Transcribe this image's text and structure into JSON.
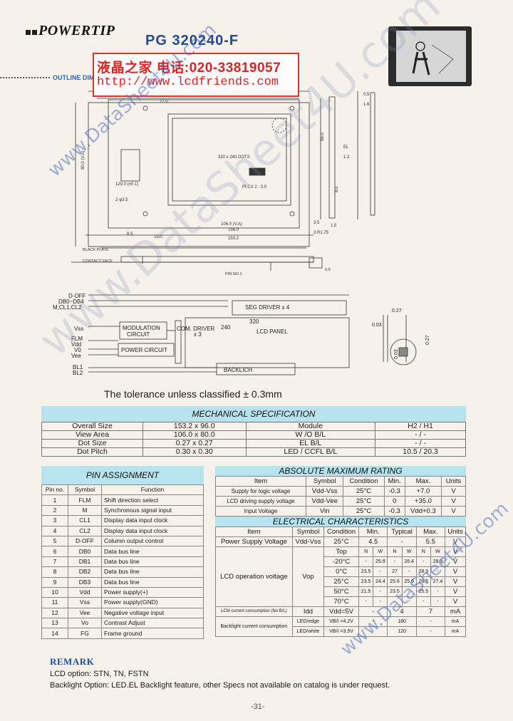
{
  "header": {
    "brand": "POWERTIP",
    "model": "PG 320240-F",
    "section_title": "OUTLINE DIMENSION & BLOCK DIAGRAM"
  },
  "watermark": {
    "cn_line": "液晶之家 电话:020-33819057",
    "url_line": "http://www.lcdfriends.com",
    "diagonal": "www.DataSheet4U.com",
    "diagonal_small_top": "www.DataSheet4U.com",
    "diagonal_small_bottom": "www.DataSheet4U.com"
  },
  "block_diagram": {
    "signals_left": [
      "D-OFF",
      "DB0~DB4",
      "M,CL1,CL2",
      "Vss",
      "FLM",
      "Vdd",
      "V0",
      "Vee",
      "BL1",
      "BL2"
    ],
    "boxes": {
      "modulation": "MODULATION CIRCUIT",
      "power": "POWER CIRCUIT",
      "com_driver": "COM. DRIVER x 3",
      "seg_driver": "SEG DRIVER x 4",
      "lcd_panel": "LCD PANEL",
      "backlight": "BACKLIGH"
    },
    "numbers": {
      "com_count": "240",
      "seg_count": "320"
    },
    "dot_dims": {
      "w": "0.27",
      "h": "0.27",
      "pitch_a": "0.03",
      "pitch_b": "0.03"
    }
  },
  "tolerance_text": "The  tolerance  unless  classified ± 0.3mm",
  "mechanical": {
    "title": "MECHANICAL  SPECIFICATION",
    "rows": [
      [
        "Overall Size",
        "153.2 x 96.0",
        "Module",
        "H2 / H1"
      ],
      [
        "View Area",
        "106.0 x 80.0",
        "W /O  B/L",
        "-  /  -"
      ],
      [
        "Dot Size",
        "0.27 x 0.27",
        "EL B/L",
        "-  /  -"
      ],
      [
        "Dot Pitch",
        "0.30 x 0.30",
        "LED / CCFL B/L",
        "10.5 / 20.3"
      ]
    ]
  },
  "pins": {
    "title": "PIN ASSIGNMENT",
    "headers": [
      "Pin no.",
      "Symbol",
      "Function"
    ],
    "rows": [
      [
        "1",
        "FLM",
        "Shift direction select"
      ],
      [
        "2",
        "M",
        "Synchronous signal input"
      ],
      [
        "3",
        "CL1",
        "Display data input clock"
      ],
      [
        "4",
        "CL2",
        "Display data input clock"
      ],
      [
        "5",
        "D-OFF",
        "Column output control"
      ],
      [
        "6",
        "DB0",
        "Data bus line"
      ],
      [
        "7",
        "DB1",
        "Data bus line"
      ],
      [
        "8",
        "DB2",
        "Data bus line"
      ],
      [
        "9",
        "DB3",
        "Data bus line"
      ],
      [
        "10",
        "Vdd",
        "Power supply(+)"
      ],
      [
        "11",
        "Vss",
        "Power supply(GND)"
      ],
      [
        "12",
        "Vee",
        "Negative voltage input"
      ],
      [
        "13",
        "Vo",
        "Contrast Adjust"
      ],
      [
        "14",
        "FG",
        "Frame ground"
      ]
    ]
  },
  "abs_max": {
    "title": "ABSOLUTE MAXIMUM RATING",
    "headers": [
      "Item",
      "Symbol",
      "Condition",
      "Min.",
      "Max.",
      "Units"
    ],
    "rows": [
      [
        "Supply for logic voltage",
        "Vdd-Vss",
        "25°C",
        "-0.3",
        "+7.0",
        "V"
      ],
      [
        "LCD driving supply voltage",
        "Vdd-Vee",
        "25°C",
        "0",
        "+35.0",
        "V"
      ],
      [
        "Input Voltage",
        "Vin",
        "25°C",
        "-0.3",
        "Vdd+0.3",
        "V"
      ]
    ]
  },
  "electrical": {
    "title": "ELECTRICAL  CHARACTERISTICS",
    "headers": [
      "Item",
      "Symbol",
      "Condition",
      "Min.",
      "Typical",
      "Max.",
      "Units"
    ],
    "power_row": [
      "Power Supply Voltage",
      "Vdd-Vss",
      "25°C",
      "4.5",
      "-",
      "5.5",
      "V"
    ],
    "lcd_item": "LCD operation voltage",
    "lcd_symbol": "Vop",
    "lcd_rows": [
      [
        "Top",
        "N",
        "W",
        "N",
        "W",
        "N",
        "W",
        "V"
      ],
      [
        "-20°C",
        "-",
        "25.9",
        "-",
        "26.4",
        "-",
        "28.9",
        "V"
      ],
      [
        "0°C",
        "23.5",
        "-",
        "27",
        "-",
        "28.9",
        "-",
        "V"
      ],
      [
        "25°C",
        "23.5",
        "24.4",
        "25.6",
        "25.9",
        "26.5",
        "27.4",
        "V"
      ],
      [
        "50°C",
        "21.5",
        "-",
        "23.5",
        "-",
        "25.5",
        "-",
        "V"
      ],
      [
        "70°C",
        "-",
        "-",
        "-",
        "-",
        "-",
        "-",
        "V"
      ]
    ],
    "idd_row": [
      "LCM current consumption (No B/L)",
      "Idd",
      "Vdd=5V",
      "-",
      "4",
      "7",
      "mA"
    ],
    "bl_item": "Backlight current consumption",
    "bl_rows": [
      [
        "LED/edge",
        "VB/I =4.2V",
        "-",
        "180",
        "-",
        "mA"
      ],
      [
        "LED/white",
        "VB/I =3.5V",
        "-",
        "120",
        "-",
        "mA"
      ]
    ]
  },
  "remark": {
    "title": "REMARK",
    "lines": [
      "LCD option: STN, TN, FSTN",
      "Backlight Option:  LED.EL Backlight feature, other Specs not available on catalog is under request."
    ]
  },
  "footer": "-31-"
}
